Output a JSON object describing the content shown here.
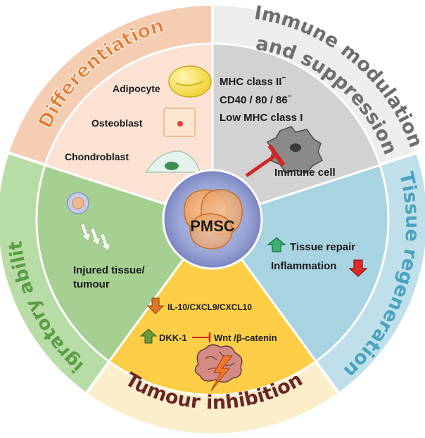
{
  "center": {
    "label": "PMSC"
  },
  "sectors": {
    "differentiation": {
      "title": "Differentiation",
      "color_outer": "#f4cdb2",
      "color_inner": "#fbe2d3",
      "title_color": "#e8782c",
      "cells": [
        "Adipocyte",
        "Osteoblast",
        "Chondroblast"
      ]
    },
    "immune": {
      "title_line1": "Immune modulation",
      "title_line2": "and suppression",
      "color_outer": "#eeeeee",
      "color_inner": "#d2d2d2",
      "title_color": "#6e6e6e",
      "markers": [
        "MHC class II",
        "CD40 / 80 / 86",
        "Low MHC class I"
      ],
      "marker_superscript": "−",
      "target": "Immune cell"
    },
    "tissue": {
      "title": "Tissue regeneration",
      "color_outer": "#bfe0ea",
      "color_inner": "#a8d4e2",
      "title_color": "#4aa3bf",
      "up": "Tissue repair",
      "down": "Inflammation"
    },
    "tumour": {
      "title": "Tumour inhibition",
      "color_outer": "#faeecb",
      "color_inner": "#fcce48",
      "title_color": "#6a2525",
      "down": "IL-10/CXCL9/CXCL10",
      "up": "DKK-1",
      "inhibits": "Wnt /β-catenin"
    },
    "migratory": {
      "title": "Migratory ability",
      "color_outer": "#b8dca5",
      "color_inner": "#a6d091",
      "title_color": "#5a9d45",
      "target_line1": "Injured tissue/",
      "target_line2": "tumour"
    }
  }
}
